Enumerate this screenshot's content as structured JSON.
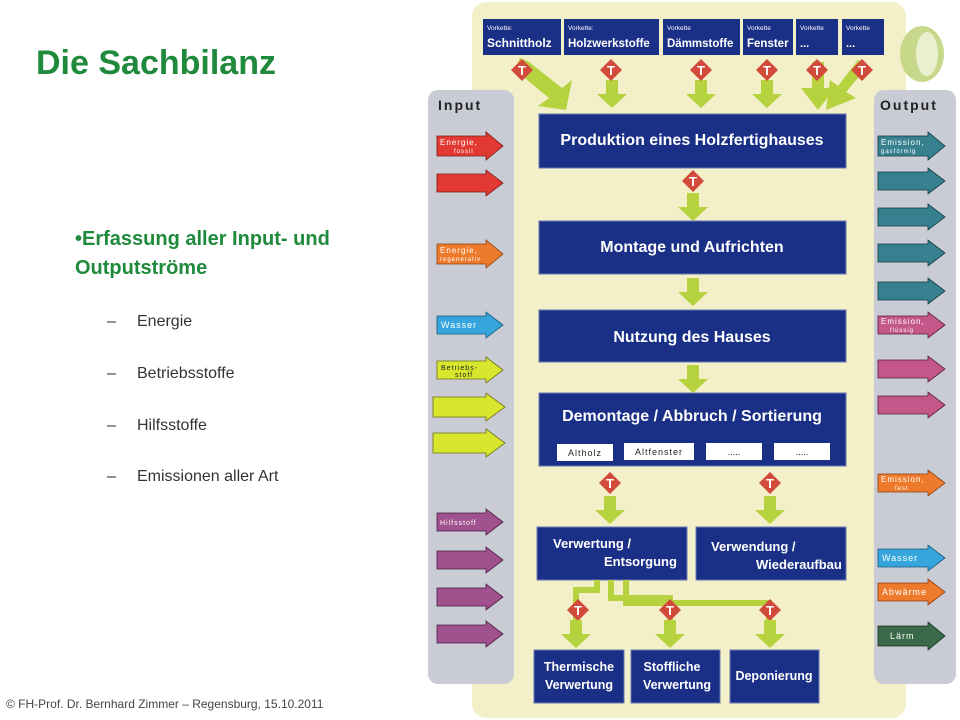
{
  "slide": {
    "title": "Die Sachbilanz",
    "main_bullet": "•Erfassung aller Input- und Outputströme",
    "sub_items": [
      "Energie",
      "Betriebsstoffe",
      "Hilfsstoffe",
      "Emissionen aller Art"
    ],
    "sub_dash": "–",
    "footer": "© FH-Prof. Dr. Bernhard Zimmer – Regensburg, 15.10.2011"
  },
  "diagram": {
    "input_label": "Input",
    "output_label": "Output",
    "supply_chain": [
      {
        "small": "Vorkette:",
        "big": "Schnittholz"
      },
      {
        "small": "Vorkette:",
        "big": "Holzwerkstoffe"
      },
      {
        "small": "Vorkette",
        "big": "Dämmstoffe"
      },
      {
        "small": "Vorkette",
        "big": "Fenster"
      },
      {
        "small": "Vorkette",
        "big": "..."
      },
      {
        "small": "Vorkette",
        "big": "..."
      }
    ],
    "phases": [
      "Produktion eines Holzfertighauses",
      "Montage und Aufrichten",
      "Nutzung des Hauses",
      "Demontage / Abbruch / Sortierung"
    ],
    "demolition_items": [
      "Altholz",
      "Altfenster",
      ".....",
      "....."
    ],
    "end_phases": {
      "verwertung": [
        "Verwertung /",
        "Entsorgung"
      ],
      "verwendung": [
        "Verwendung /",
        "Wiederaufbau"
      ]
    },
    "final_boxes": [
      [
        "Thermische",
        "Verwertung"
      ],
      [
        "Stoffliche",
        "Verwertung"
      ],
      [
        "Deponierung"
      ]
    ],
    "transport_symbol": "T",
    "input_labels": {
      "energie_fossil": [
        "Energie,",
        "fossil"
      ],
      "energie_regenerativ": [
        "Energie,",
        "regenerativ"
      ],
      "wasser": "Wasser",
      "betriebsstoff": [
        "Betriebs-",
        "stoff"
      ],
      "hilfsstoff": "Hilfsstoff"
    },
    "output_labels": {
      "emission_gas": [
        "Emission,",
        "gasförmig"
      ],
      "emission_fluessig": [
        "Emission,",
        "flüssig"
      ],
      "emission_fest": [
        "Emission,",
        "fest"
      ],
      "wasser": "Wasser",
      "abwaerme": "Abwärme",
      "laerm": "Lärm"
    },
    "colors": {
      "box_blue": "#1a2f86",
      "panel_bg": "#f3efc8",
      "side_panel": "#c9ccd4",
      "arrow_green": "#b6d23e",
      "transport_red": "#d24a3a",
      "energy_fossil": "#e23a33",
      "energy_regenerative": "#ee7b2b",
      "water": "#35a5dc",
      "yellow": "#d8e62e",
      "magenta": "#a0528f",
      "teal": "#36808f",
      "pink": "#c4578a",
      "dark_green": "#3b6a4a",
      "title_green": "#1f8a3c"
    }
  }
}
